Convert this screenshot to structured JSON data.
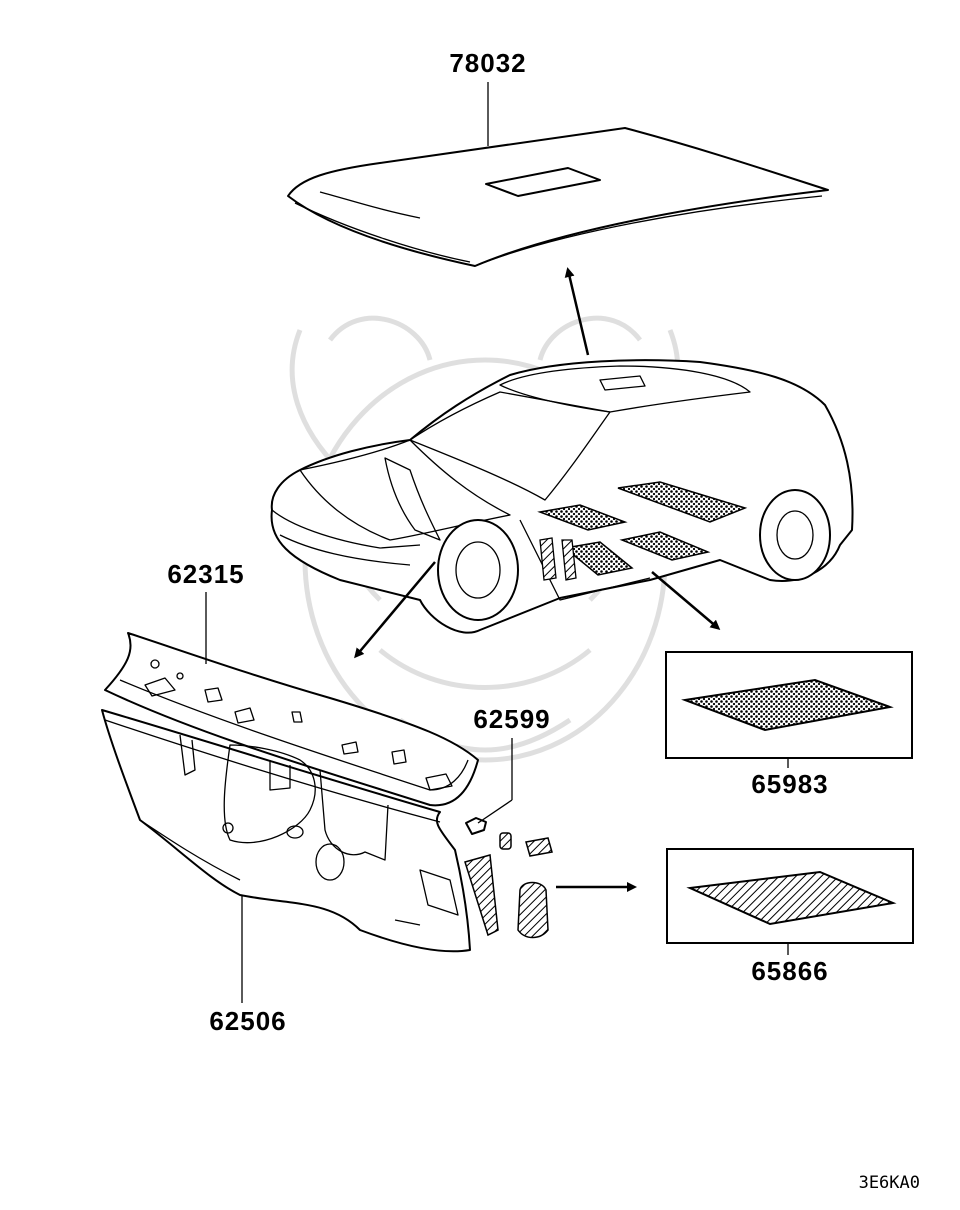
{
  "labels": {
    "part_78032": "78032",
    "part_62315": "62315",
    "part_62599": "62599",
    "part_65983": "65983",
    "part_65866": "65866",
    "part_62506": "62506",
    "diagram_code": "3E6KA0"
  },
  "colors": {
    "line": "#000000",
    "background": "#ffffff",
    "watermark": "#d8d8d8"
  }
}
